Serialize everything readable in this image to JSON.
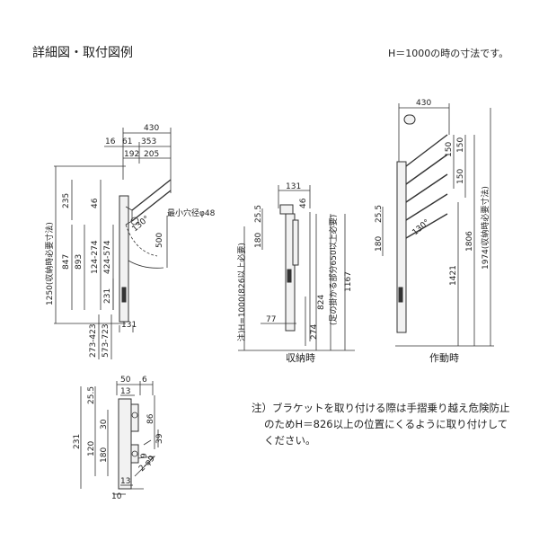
{
  "header": {
    "title": "詳細図・取付図例",
    "unit_note": "H＝1000の時の寸法です。"
  },
  "detail": {
    "w430": "430",
    "w16": "16",
    "w61": "61",
    "w353": "353",
    "w192": "192",
    "w205": "205",
    "w46": "46",
    "h235": "235",
    "h1250": "1250(収納時必要寸法)",
    "h847": "847",
    "h893": "893",
    "h124": "124-274",
    "h424": "424-574",
    "h500": "500",
    "hole": "最小穴径φ48",
    "angle": "130°",
    "h231": "231",
    "h273": "273-423",
    "h573": "573-723",
    "w131": "131"
  },
  "stored": {
    "w131": "131",
    "w46": "46",
    "h25_5": "25.5",
    "h180": "180",
    "h1000": "注)H=1000(826以上必要)",
    "h824": "824",
    "h824_note": "(足の掛かる部分650以上必要)",
    "h1167": "1167",
    "w77": "77",
    "h274": "274",
    "caption": "収納時"
  },
  "operating": {
    "w430": "430",
    "h150a": "150",
    "h150b": "150",
    "h150c": "150",
    "h25_5": "25.5",
    "h180": "180",
    "angle": "130°",
    "h1974": "1974(収納時必要寸法)",
    "h1806": "1806",
    "h1421": "1421",
    "caption": "作動時"
  },
  "bracket": {
    "w50": "50",
    "w6": "6",
    "w13a": "13",
    "w13b": "13",
    "h25_5": "25.5",
    "h30": "30",
    "h86": "86",
    "h120": "120",
    "h180": "180",
    "h231": "231",
    "h39": "39",
    "h9": "9",
    "hole": "2-φ9",
    "w10": "10"
  },
  "note": {
    "line1": "注）ブラケットを取り付ける際は手摺乗り越え危険防止",
    "line2": "のためH＝826以上の位置にくるように取り付けして",
    "line3": "ください。"
  }
}
